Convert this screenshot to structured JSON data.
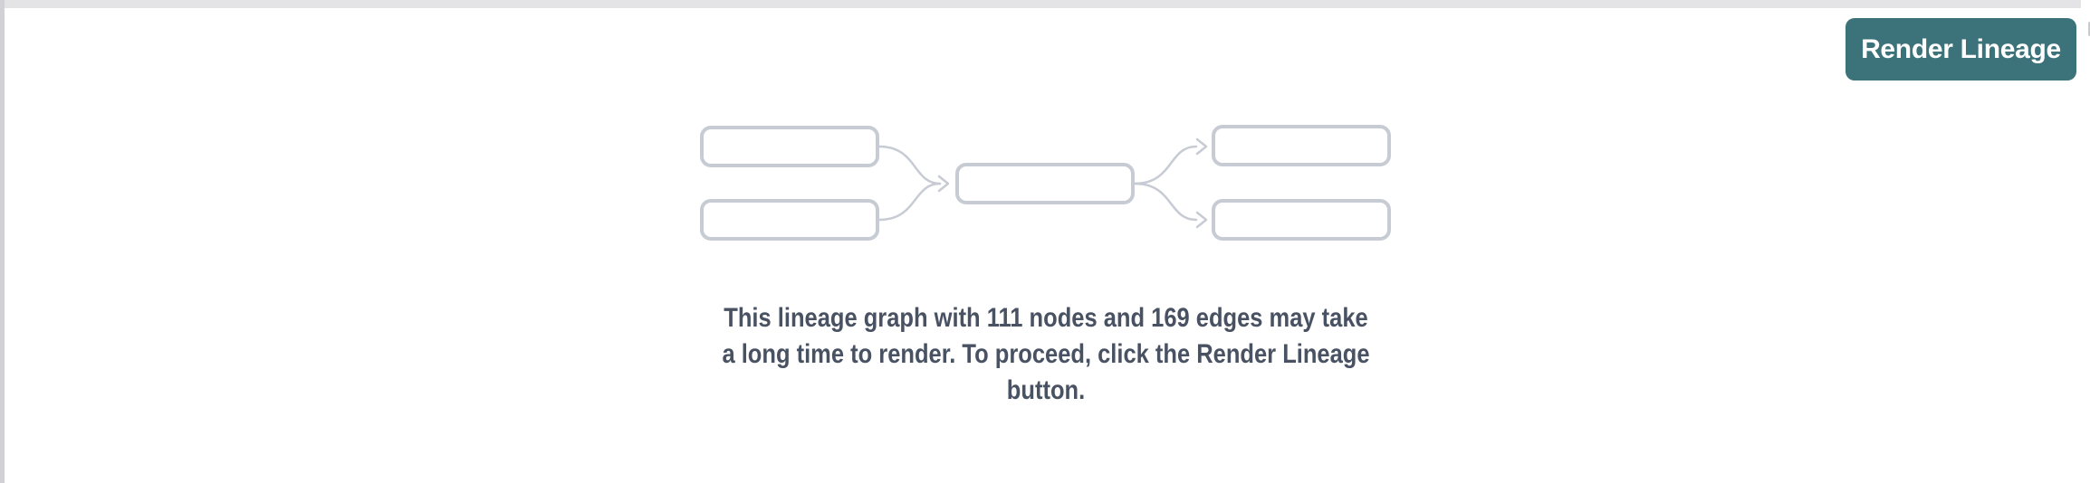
{
  "panel": {
    "background": "#ffffff",
    "top_divider_color": "#e4e4e7",
    "left_divider_color": "#d2d2d6"
  },
  "toolbar": {
    "render_button": {
      "label": "Render Lineage",
      "background": "#3c727a",
      "text_color": "#ffffff"
    }
  },
  "lineage_placeholder": {
    "node_fill": "#ffffff",
    "node_border_color": "#c7cbd3",
    "edge_color": "#c7cbd3"
  },
  "message": {
    "full_text": "This lineage graph with 111 nodes and 169 edges may take a long time to render. To proceed, click the Render Lineage button.",
    "lines": [
      "This lineage graph with 111 nodes and 169 edges may take",
      "a long time to render. To proceed, click the Render Lineage",
      "button."
    ],
    "node_count": "111",
    "edge_count": "169",
    "text_color": "#485263"
  }
}
